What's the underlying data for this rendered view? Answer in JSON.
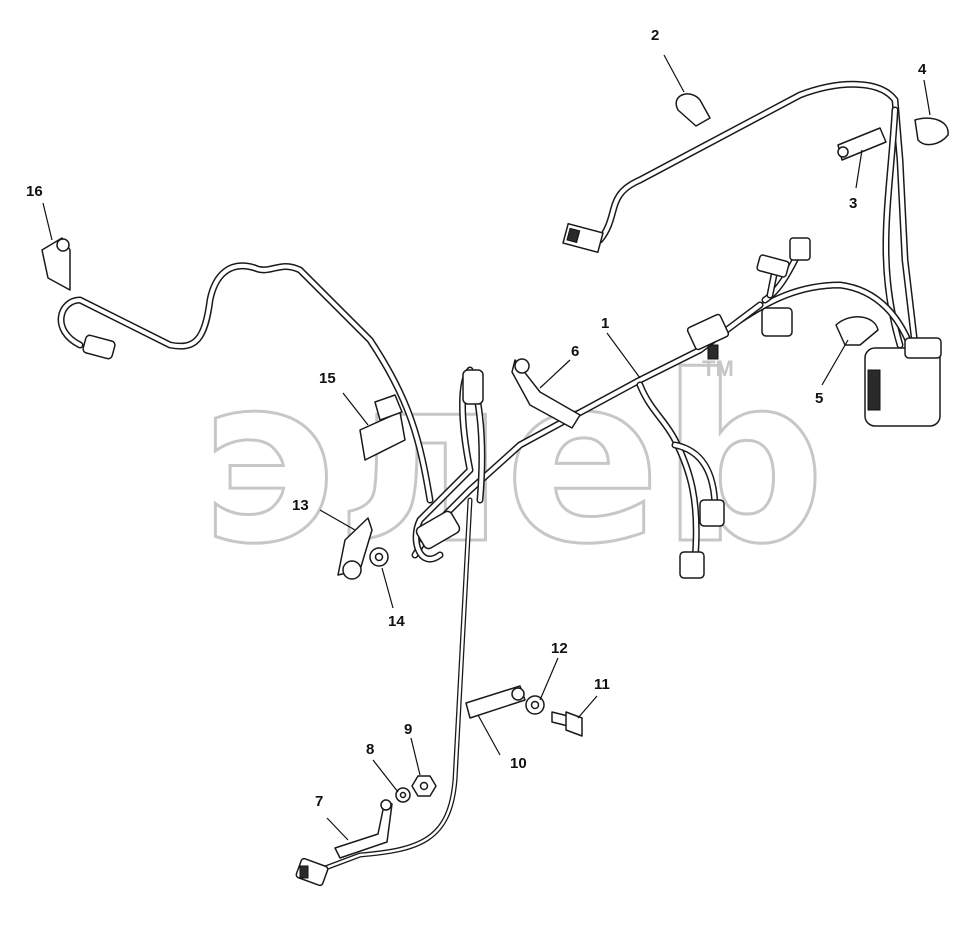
{
  "watermark": {
    "text": "элеb",
    "tm": "TM"
  },
  "callouts": [
    {
      "id": "1",
      "label": "1"
    },
    {
      "id": "2",
      "label": "2"
    },
    {
      "id": "3",
      "label": "3"
    },
    {
      "id": "4",
      "label": "4"
    },
    {
      "id": "5",
      "label": "5"
    },
    {
      "id": "6",
      "label": "6"
    },
    {
      "id": "7",
      "label": "7"
    },
    {
      "id": "8",
      "label": "8"
    },
    {
      "id": "9",
      "label": "9"
    },
    {
      "id": "10",
      "label": "10"
    },
    {
      "id": "11",
      "label": "11"
    },
    {
      "id": "12",
      "label": "12"
    },
    {
      "id": "13",
      "label": "13"
    },
    {
      "id": "14",
      "label": "14"
    },
    {
      "id": "15",
      "label": "15"
    },
    {
      "id": "16",
      "label": "16"
    }
  ]
}
